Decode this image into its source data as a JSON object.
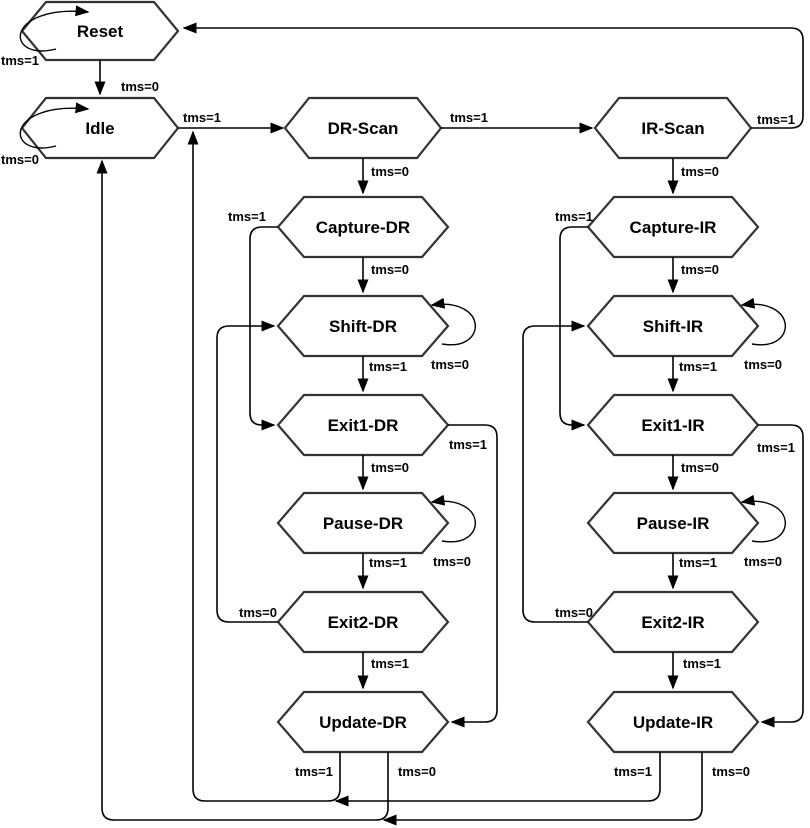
{
  "labels": {
    "tms0": "tms=0",
    "tms1": "tms=1"
  },
  "states": {
    "reset": "Reset",
    "idle": "Idle",
    "dr_scan": "DR-Scan",
    "ir_scan": "IR-Scan",
    "capture_dr": "Capture-DR",
    "shift_dr": "Shift-DR",
    "exit1_dr": "Exit1-DR",
    "pause_dr": "Pause-DR",
    "exit2_dr": "Exit2-DR",
    "update_dr": "Update-DR",
    "capture_ir": "Capture-IR",
    "shift_ir": "Shift-IR",
    "exit1_ir": "Exit1-IR",
    "pause_ir": "Pause-IR",
    "exit2_ir": "Exit2-IR",
    "update_ir": "Update-IR"
  },
  "colors": {
    "background": "#ffffff",
    "line": "#000000",
    "hexagon_stroke": "#333333",
    "text": "#000000"
  },
  "transitions": [
    {
      "from": "Reset",
      "to": "Reset",
      "tms": "1"
    },
    {
      "from": "Reset",
      "to": "Idle",
      "tms": "0"
    },
    {
      "from": "Idle",
      "to": "Idle",
      "tms": "0"
    },
    {
      "from": "Idle",
      "to": "DR-Scan",
      "tms": "1"
    },
    {
      "from": "DR-Scan",
      "to": "IR-Scan",
      "tms": "1"
    },
    {
      "from": "DR-Scan",
      "to": "Capture-DR",
      "tms": "0"
    },
    {
      "from": "IR-Scan",
      "to": "Reset",
      "tms": "1"
    },
    {
      "from": "IR-Scan",
      "to": "Capture-IR",
      "tms": "0"
    },
    {
      "from": "Capture-DR",
      "to": "Shift-DR",
      "tms": "0"
    },
    {
      "from": "Capture-DR",
      "to": "Exit1-DR",
      "tms": "1"
    },
    {
      "from": "Shift-DR",
      "to": "Shift-DR",
      "tms": "0"
    },
    {
      "from": "Shift-DR",
      "to": "Exit1-DR",
      "tms": "1"
    },
    {
      "from": "Exit1-DR",
      "to": "Pause-DR",
      "tms": "0"
    },
    {
      "from": "Exit1-DR",
      "to": "Update-DR",
      "tms": "1"
    },
    {
      "from": "Pause-DR",
      "to": "Pause-DR",
      "tms": "0"
    },
    {
      "from": "Pause-DR",
      "to": "Exit2-DR",
      "tms": "1"
    },
    {
      "from": "Exit2-DR",
      "to": "Shift-DR",
      "tms": "0"
    },
    {
      "from": "Exit2-DR",
      "to": "Update-DR",
      "tms": "1"
    },
    {
      "from": "Update-DR",
      "to": "DR-Scan",
      "tms": "1"
    },
    {
      "from": "Update-DR",
      "to": "Idle",
      "tms": "0"
    },
    {
      "from": "Capture-IR",
      "to": "Shift-IR",
      "tms": "0"
    },
    {
      "from": "Capture-IR",
      "to": "Exit1-IR",
      "tms": "1"
    },
    {
      "from": "Shift-IR",
      "to": "Shift-IR",
      "tms": "0"
    },
    {
      "from": "Shift-IR",
      "to": "Exit1-IR",
      "tms": "1"
    },
    {
      "from": "Exit1-IR",
      "to": "Pause-IR",
      "tms": "0"
    },
    {
      "from": "Exit1-IR",
      "to": "Update-IR",
      "tms": "1"
    },
    {
      "from": "Pause-IR",
      "to": "Pause-IR",
      "tms": "0"
    },
    {
      "from": "Pause-IR",
      "to": "Exit2-IR",
      "tms": "1"
    },
    {
      "from": "Exit2-IR",
      "to": "Shift-IR",
      "tms": "0"
    },
    {
      "from": "Exit2-IR",
      "to": "Update-IR",
      "tms": "1"
    },
    {
      "from": "Update-IR",
      "to": "DR-Scan",
      "tms": "1"
    },
    {
      "from": "Update-IR",
      "to": "Idle",
      "tms": "0"
    }
  ]
}
